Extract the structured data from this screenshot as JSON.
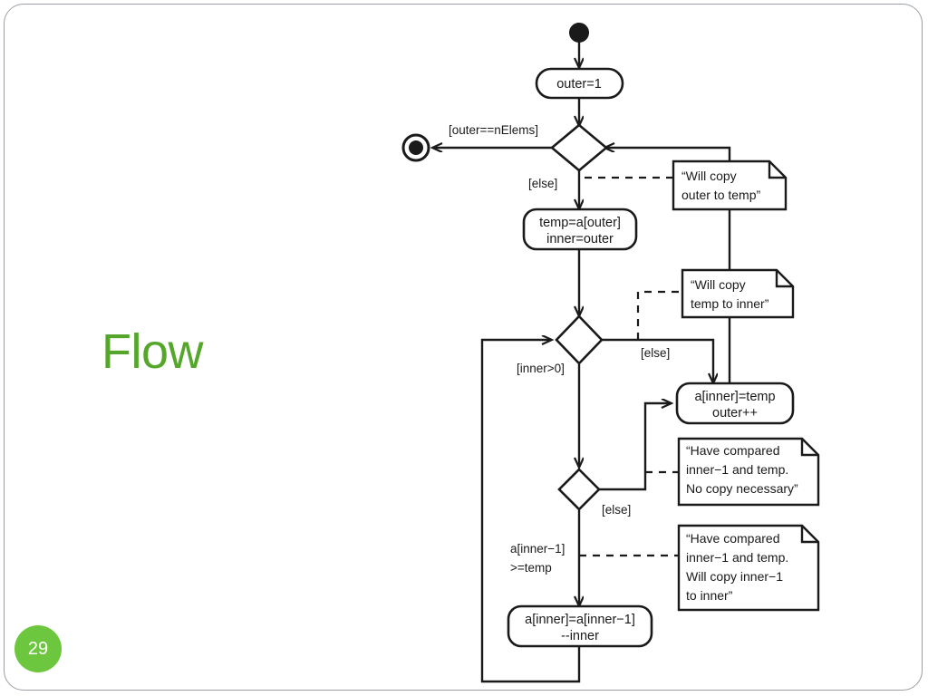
{
  "slide": {
    "title": "Flow",
    "page_number": "29",
    "title_color": "#55a72b",
    "badge_color": "#6dc73e"
  },
  "diagram": {
    "type": "uml-activity-diagram",
    "nodes": {
      "initial": {
        "name": "initial-node",
        "kind": "initial"
      },
      "final": {
        "name": "final-node",
        "kind": "activity-final"
      },
      "action_outer_init": {
        "name": "action-outer-init",
        "kind": "action",
        "lines": [
          "outer=1"
        ]
      },
      "decision_outer": {
        "name": "decision-outer-loop",
        "kind": "decision"
      },
      "action_temp_assign": {
        "name": "action-temp-assign",
        "kind": "action",
        "lines": [
          "temp=a[outer]",
          "inner=outer"
        ]
      },
      "decision_inner": {
        "name": "decision-inner-loop",
        "kind": "decision"
      },
      "action_copy_temp": {
        "name": "action-copy-temp",
        "kind": "action",
        "lines": [
          "a[inner]=temp",
          "outer++"
        ]
      },
      "decision_compare": {
        "name": "decision-compare",
        "kind": "decision"
      },
      "action_shift": {
        "name": "action-shift",
        "kind": "action",
        "lines": [
          "a[inner]=a[inner−1]",
          "--inner"
        ]
      }
    },
    "guards": {
      "outer_done": "[outer==nElems]",
      "outer_else": "[else]",
      "inner_positive": "[inner>0]",
      "inner_else": "[else]",
      "compare_else": "[else]",
      "compare_true_line1": "a[inner−1]",
      "compare_true_line2": ">=temp"
    },
    "notes": [
      {
        "name": "note-will-copy-outer-to-temp",
        "lines": [
          "“Will copy",
          "outer to temp”"
        ]
      },
      {
        "name": "note-will-copy-temp-to-inner",
        "lines": [
          "“Will copy",
          "temp to inner”"
        ]
      },
      {
        "name": "note-no-copy-necessary",
        "lines": [
          "“Have compared",
          "inner−1 and temp.",
          "No copy necessary”"
        ]
      },
      {
        "name": "note-will-copy-inner-1",
        "lines": [
          "“Have compared",
          "inner−1 and temp.",
          "Will copy inner−1",
          "to inner”"
        ]
      }
    ]
  }
}
